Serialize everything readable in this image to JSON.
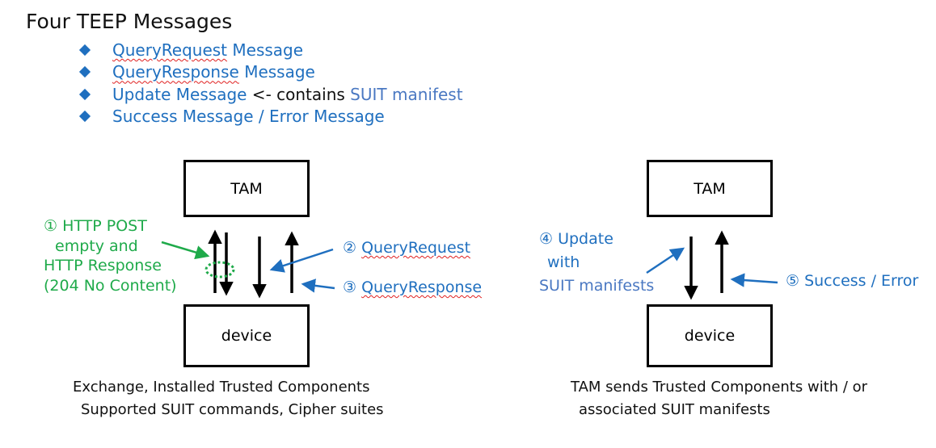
{
  "heading": "Four TEEP Messages",
  "bullets": [
    {
      "parts": [
        "QueryRequest",
        " Message"
      ]
    },
    {
      "parts": [
        "QueryResponse",
        " Message"
      ]
    },
    {
      "parts": [
        "Update Message",
        " <- contains ",
        "SUIT manifest"
      ]
    },
    {
      "parts": [
        "Success Message / Error Message"
      ]
    }
  ],
  "left_diagram": {
    "top_box": "TAM",
    "bottom_box": "device",
    "note_lines": [
      "① HTTP POST",
      "empty and",
      "HTTP Response",
      "(204 No Content)"
    ],
    "label_query_request_num": "②",
    "label_query_request": "QueryRequest",
    "label_query_response_num": "③",
    "label_query_response": "QueryResponse",
    "caption_line1": "Exchange, Installed Trusted Components",
    "caption_line2": "Supported SUIT commands, Cipher suites"
  },
  "right_diagram": {
    "top_box": "TAM",
    "bottom_box": "device",
    "update_lines": [
      "④ Update",
      "with",
      "SUIT manifests"
    ],
    "success_label": "⑤ Success / Error",
    "caption_line1": "TAM sends Trusted Components with / or",
    "caption_line2": "associated SUIT manifests"
  },
  "colors": {
    "accent_blue": "#1f6fbf",
    "note_green": "#1faa4a",
    "squiggle_red": "#e02020"
  }
}
